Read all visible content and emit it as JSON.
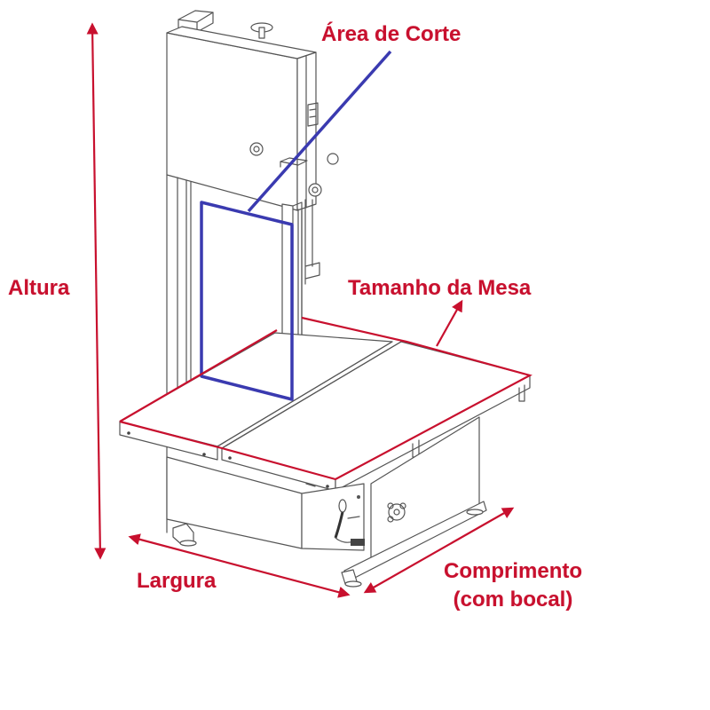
{
  "diagram": {
    "subject": "band saw (serra fita) dimension diagram",
    "labels": {
      "cutting_area": "Área de Corte",
      "table_size": "Tamanho da Mesa",
      "height": "Altura",
      "width": "Largura",
      "length_line1": "Comprimento",
      "length_line2": "(com bocal)"
    },
    "colors": {
      "annotation_red": "#c8102e",
      "cutting_area_blue": "#3a3ab0",
      "drawing_gray": "#555555",
      "background": "#ffffff"
    },
    "annotations": [
      {
        "name": "cutting-area",
        "type": "outline-with-leader",
        "color": "blue"
      },
      {
        "name": "table-size",
        "type": "outline-with-arrow",
        "color": "red"
      },
      {
        "name": "height",
        "type": "double-arrow-vertical",
        "color": "red"
      },
      {
        "name": "width",
        "type": "double-arrow-diagonal",
        "color": "red"
      },
      {
        "name": "length",
        "type": "double-arrow-diagonal",
        "color": "red"
      }
    ]
  }
}
